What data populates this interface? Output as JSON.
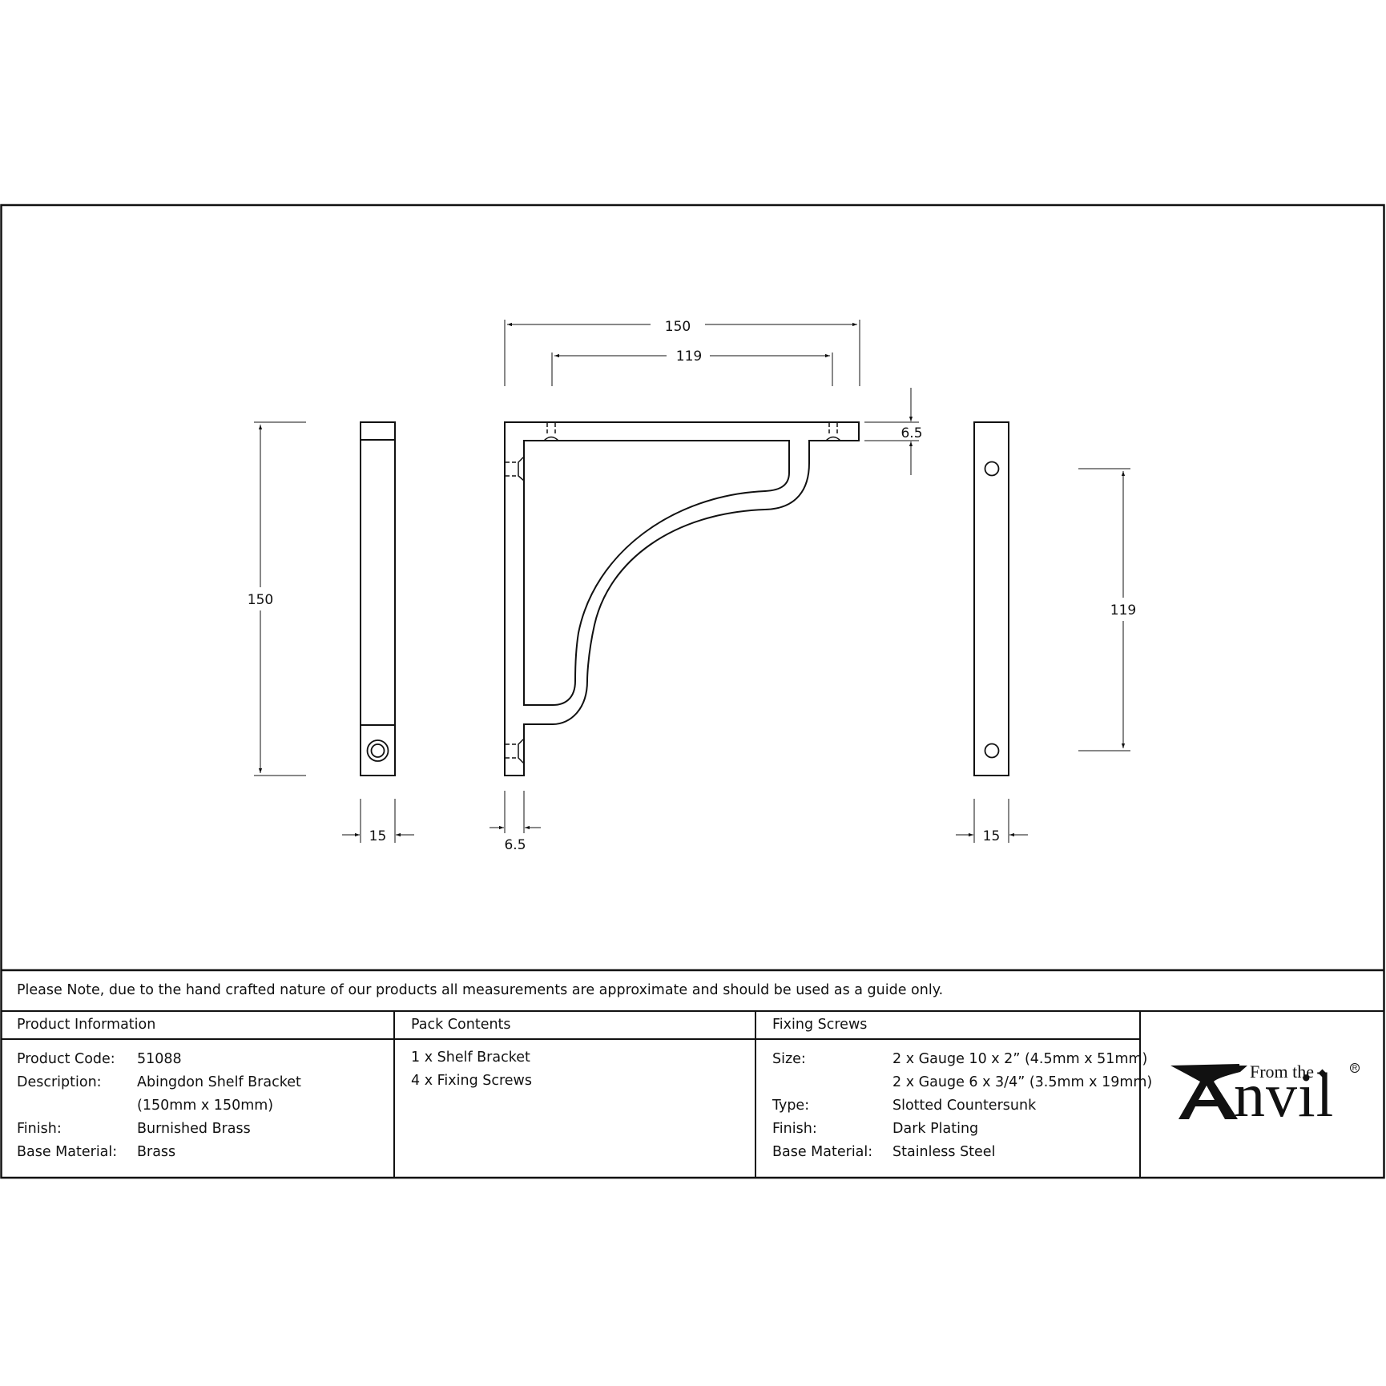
{
  "drawing": {
    "side_view_left": {
      "height_dim": "150",
      "width_dim": "15"
    },
    "front_view": {
      "overall_width_dim": "150",
      "hole_spacing_dim": "119",
      "top_thickness_dim": "6.5",
      "side_thickness_dim": "6.5"
    },
    "side_view_right": {
      "hole_spacing_dim": "119",
      "width_dim": "15"
    }
  },
  "note": "Please Note, due to the hand crafted nature of our products all measurements are approximate and should be used as a guide only.",
  "product_information": {
    "heading": "Product Information",
    "rows": [
      {
        "label": "Product Code:",
        "value": "51088"
      },
      {
        "label": "Description:",
        "value": "Abingdon Shelf Bracket"
      },
      {
        "label": "",
        "value": "(150mm x 150mm)"
      },
      {
        "label": "Finish:",
        "value": "Burnished Brass"
      },
      {
        "label": "Base Material:",
        "value": "Brass"
      }
    ]
  },
  "pack_contents": {
    "heading": "Pack Contents",
    "items": [
      "1 x Shelf Bracket",
      "4 x Fixing Screws"
    ]
  },
  "fixing_screws": {
    "heading": "Fixing Screws",
    "rows": [
      {
        "label": "Size:",
        "value": "2 x Gauge 10 x 2” (4.5mm x 51mm)"
      },
      {
        "label": "",
        "value": "2 x Gauge 6 x 3/4” (3.5mm x 19mm)"
      },
      {
        "label": "Type:",
        "value": "Slotted Countersunk"
      },
      {
        "label": "Finish:",
        "value": "Dark Plating"
      },
      {
        "label": "Base Material:",
        "value": "Stainless Steel"
      }
    ]
  },
  "logo": {
    "from_the": "From the",
    "anvil": "nvil",
    "registered": "R"
  },
  "colors": {
    "line": "#111111",
    "background": "#ffffff"
  }
}
